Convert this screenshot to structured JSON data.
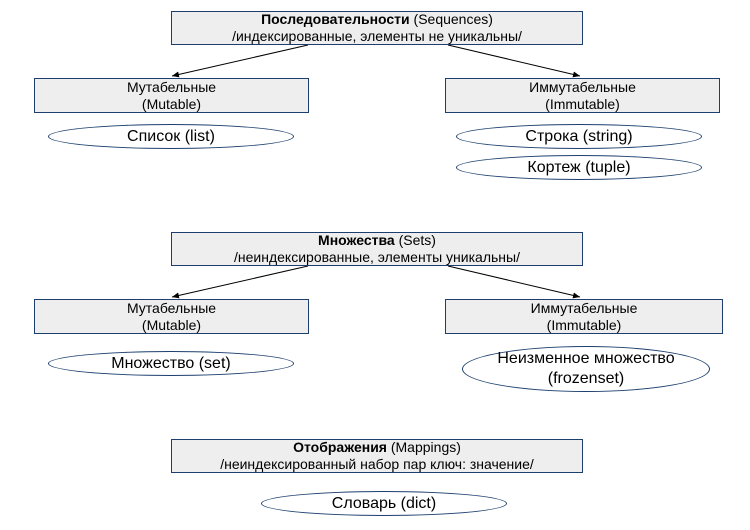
{
  "colors": {
    "box_fill": "#eeeeee",
    "border": "#1c3f6e",
    "arrow": "#000000"
  },
  "sequences": {
    "title_bold": "Последовательности",
    "title_rest": " (Sequences)",
    "subtitle": "/индексированные, элементы не уникальны/",
    "mutable": {
      "line1": "Мутабельные",
      "line2": "(Mutable)"
    },
    "immutable": {
      "line1": "Иммутабельные",
      "line2": "(Immutable)"
    },
    "list": "Список (list)",
    "string": "Строка (string)",
    "tuple": "Кортеж (tuple)"
  },
  "sets": {
    "title_bold": "Множества",
    "title_rest": " (Sets)",
    "subtitle": "/неиндексированные, элементы уникальны/",
    "mutable": {
      "line1": "Мутабельные",
      "line2": "(Mutable)"
    },
    "immutable": {
      "line1": "Иммутабельные",
      "line2": "(Immutable)"
    },
    "set": "Множество (set)",
    "frozenset_line1": "Неизменное множество",
    "frozenset_line2": "(frozenset)"
  },
  "mappings": {
    "title_bold": "Отображения",
    "title_rest": " (Mappings)",
    "subtitle": "/неиндексированный набор пар ключ: значение/",
    "dict": "Словарь (dict)"
  }
}
